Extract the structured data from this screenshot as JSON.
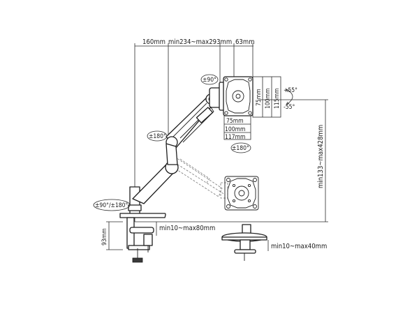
{
  "dims": {
    "top_left": "160mm",
    "top_mid": "min234~max293mm",
    "top_right": "63mm",
    "vesa_w_inner": "75mm",
    "vesa_w_mid": "100mm",
    "vesa_w_outer": "117mm",
    "vesa_h_inner": "75mm",
    "vesa_h_mid": "100mm",
    "vesa_h_outer": "115mm",
    "tilt_up": "+55°",
    "tilt_down": "-55°",
    "height_range": "min133~max428mm",
    "clamp_height": "93mm",
    "clamp_opening": "min10~max80mm",
    "grommet_range": "min10~max40mm"
  },
  "rotations": {
    "head_swivel": "±90°",
    "elbow": "±180°",
    "head_rotate": "±180°",
    "base": "±90°/±180°"
  }
}
